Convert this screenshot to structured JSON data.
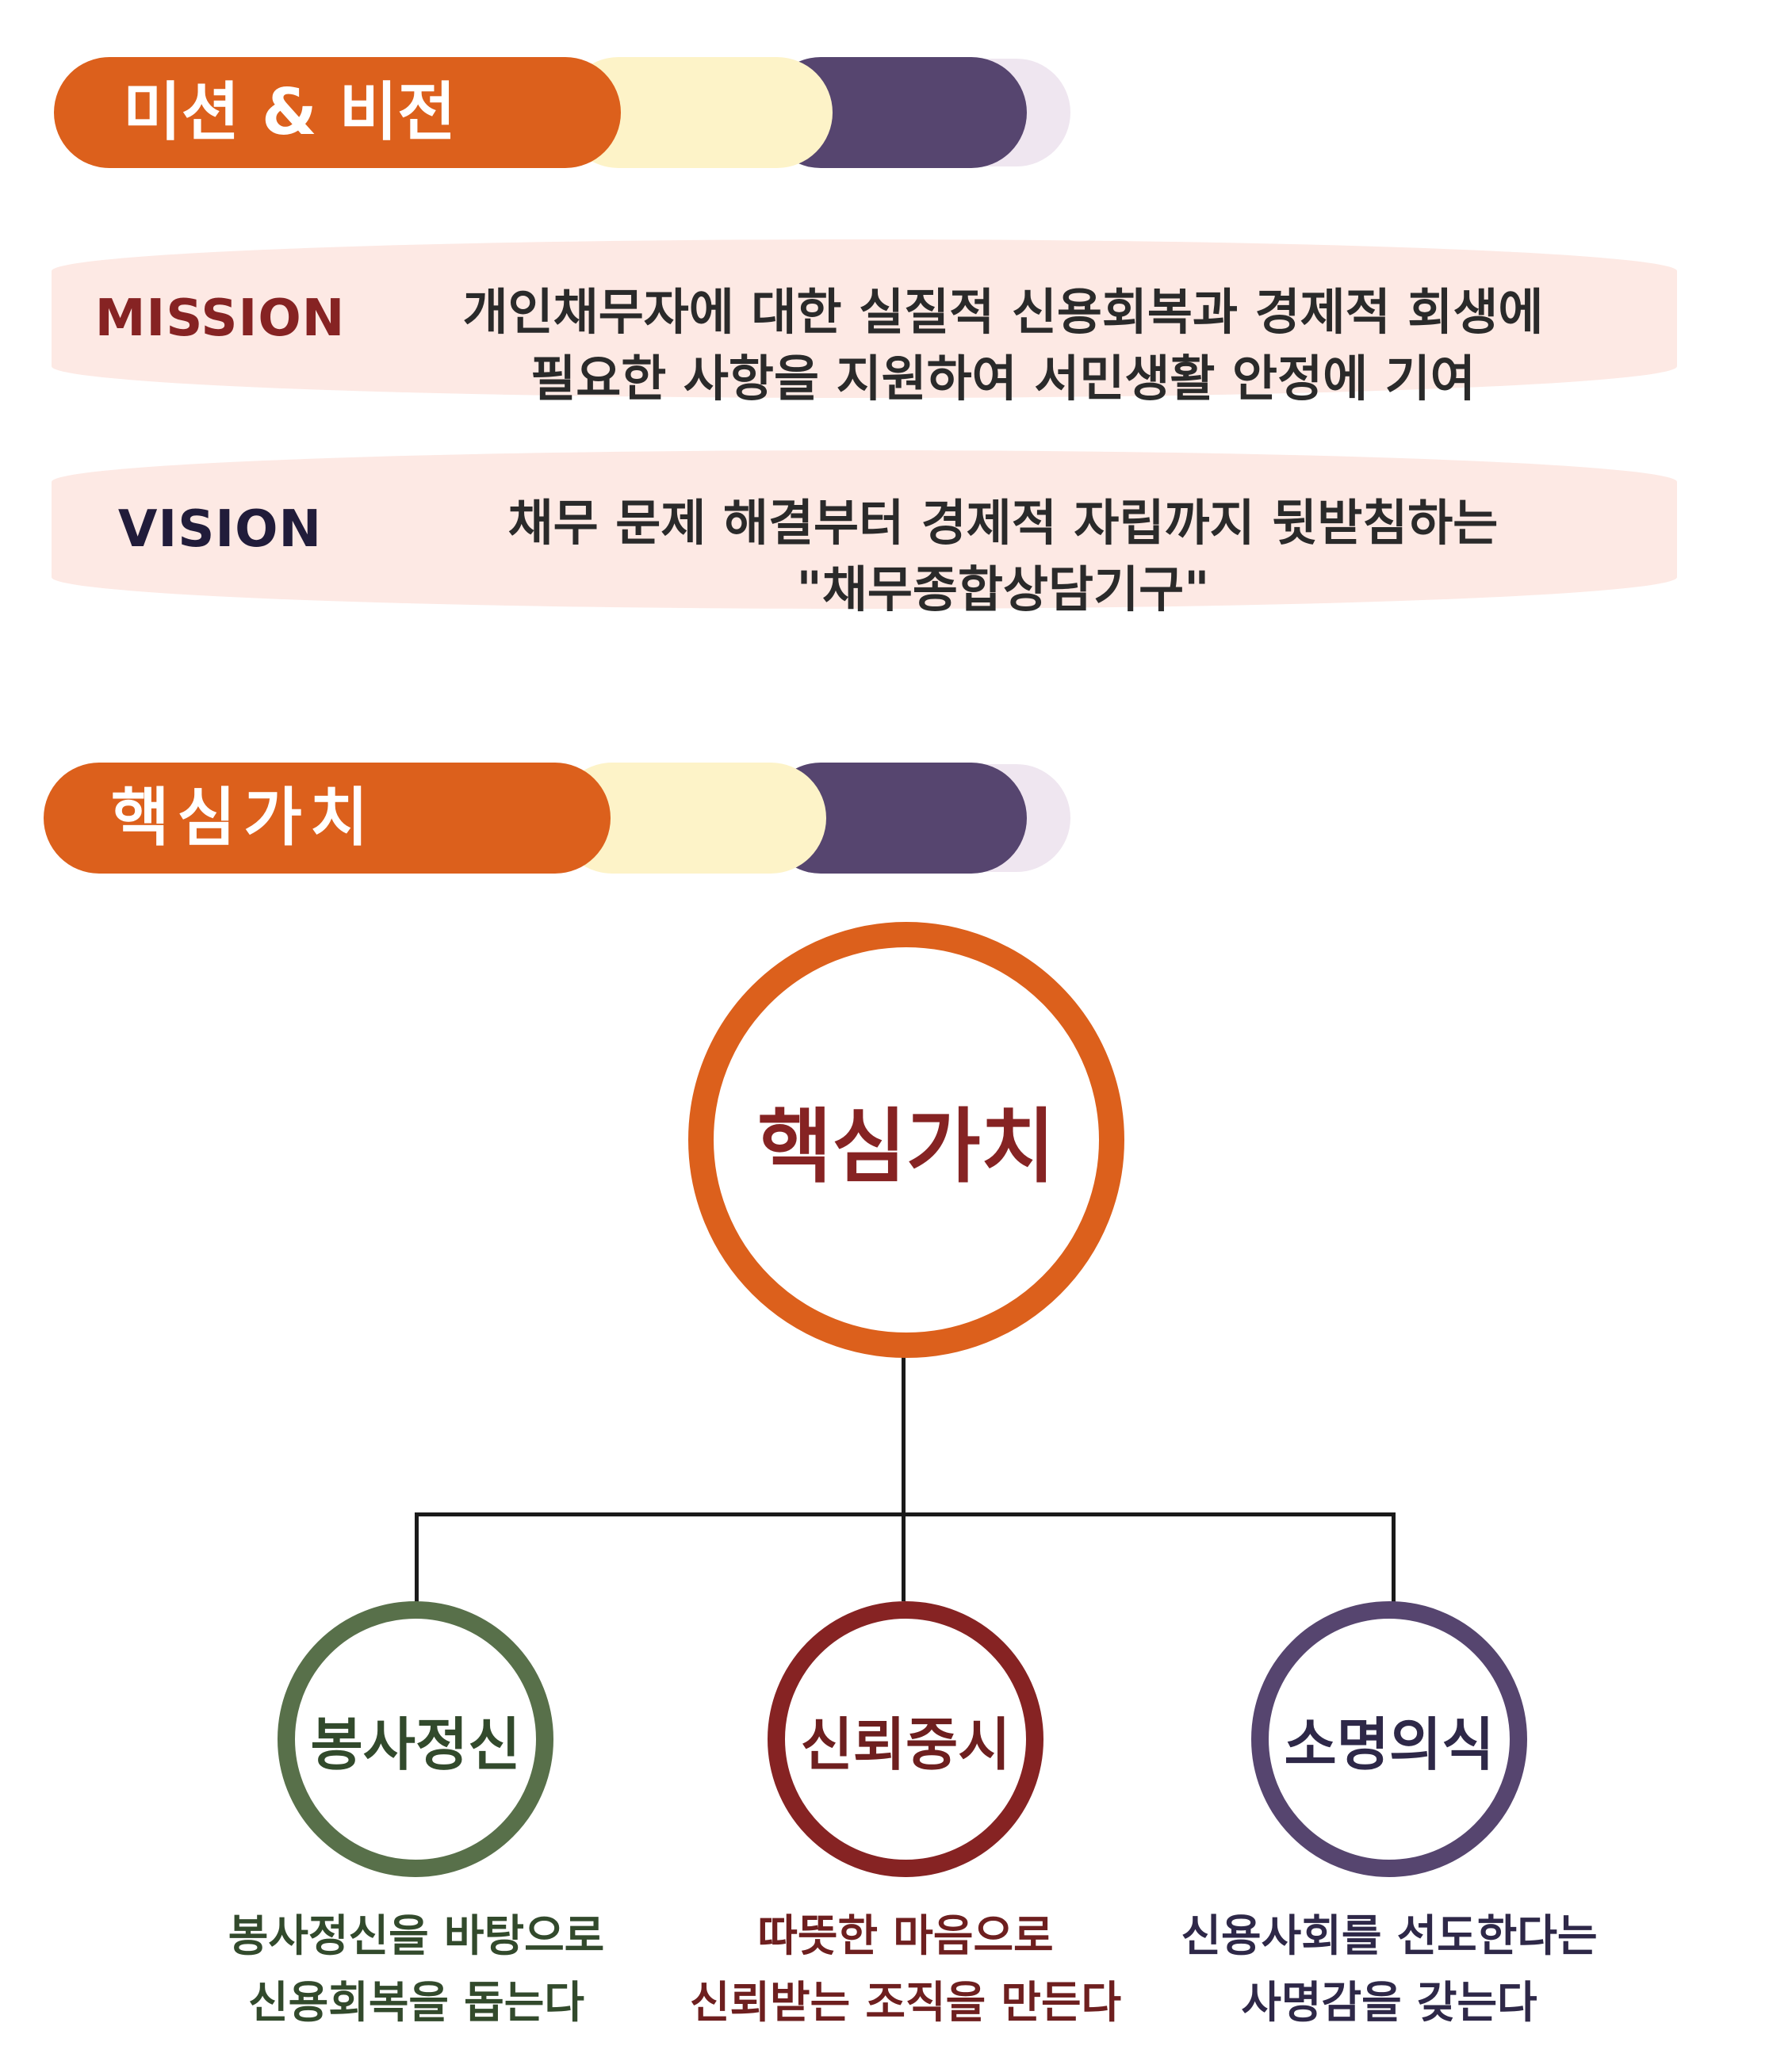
{
  "mission_vision": {
    "header": "미션 & 비전",
    "mission": {
      "label": "MISSION",
      "lines": [
        "개인채무자에 대한 실질적 신용회복과 경제적 회생에",
        "필요한 사항을 지원하여 서민생활 안정에 기여"
      ]
    },
    "vision": {
      "label": "VISION",
      "lines": [
        "채무 문제 해결부터 경제적 자립까지 뒷받침하는",
        "\"채무종합상담기구\""
      ]
    }
  },
  "core_values": {
    "header": "핵심가치",
    "center": "핵심가치",
    "items": [
      {
        "title": "봉사정신",
        "lines": [
          "봉사정신을 바탕으로",
          "신용회복을 돕는다"
        ]
      },
      {
        "title": "신뢰중시",
        "lines": [
          "따뜻한 마음으로",
          "신뢰받는 조직을 만든다"
        ]
      },
      {
        "title": "소명의식",
        "lines": [
          "신용사회를 선도한다는",
          "사명감을 갖는다"
        ]
      }
    ]
  },
  "colors": {
    "orange": "#dc601c",
    "cream": "#fdf3c8",
    "purple": "#56456f",
    "lavender": "#efe6f0",
    "pink_box": "#fde9e4",
    "maroon": "#862323",
    "navy": "#211c3a",
    "green": "#58704a",
    "dark_green": "#324a2c",
    "dark_maroon": "#6e1f1f",
    "dark_purple": "#2e2848"
  }
}
